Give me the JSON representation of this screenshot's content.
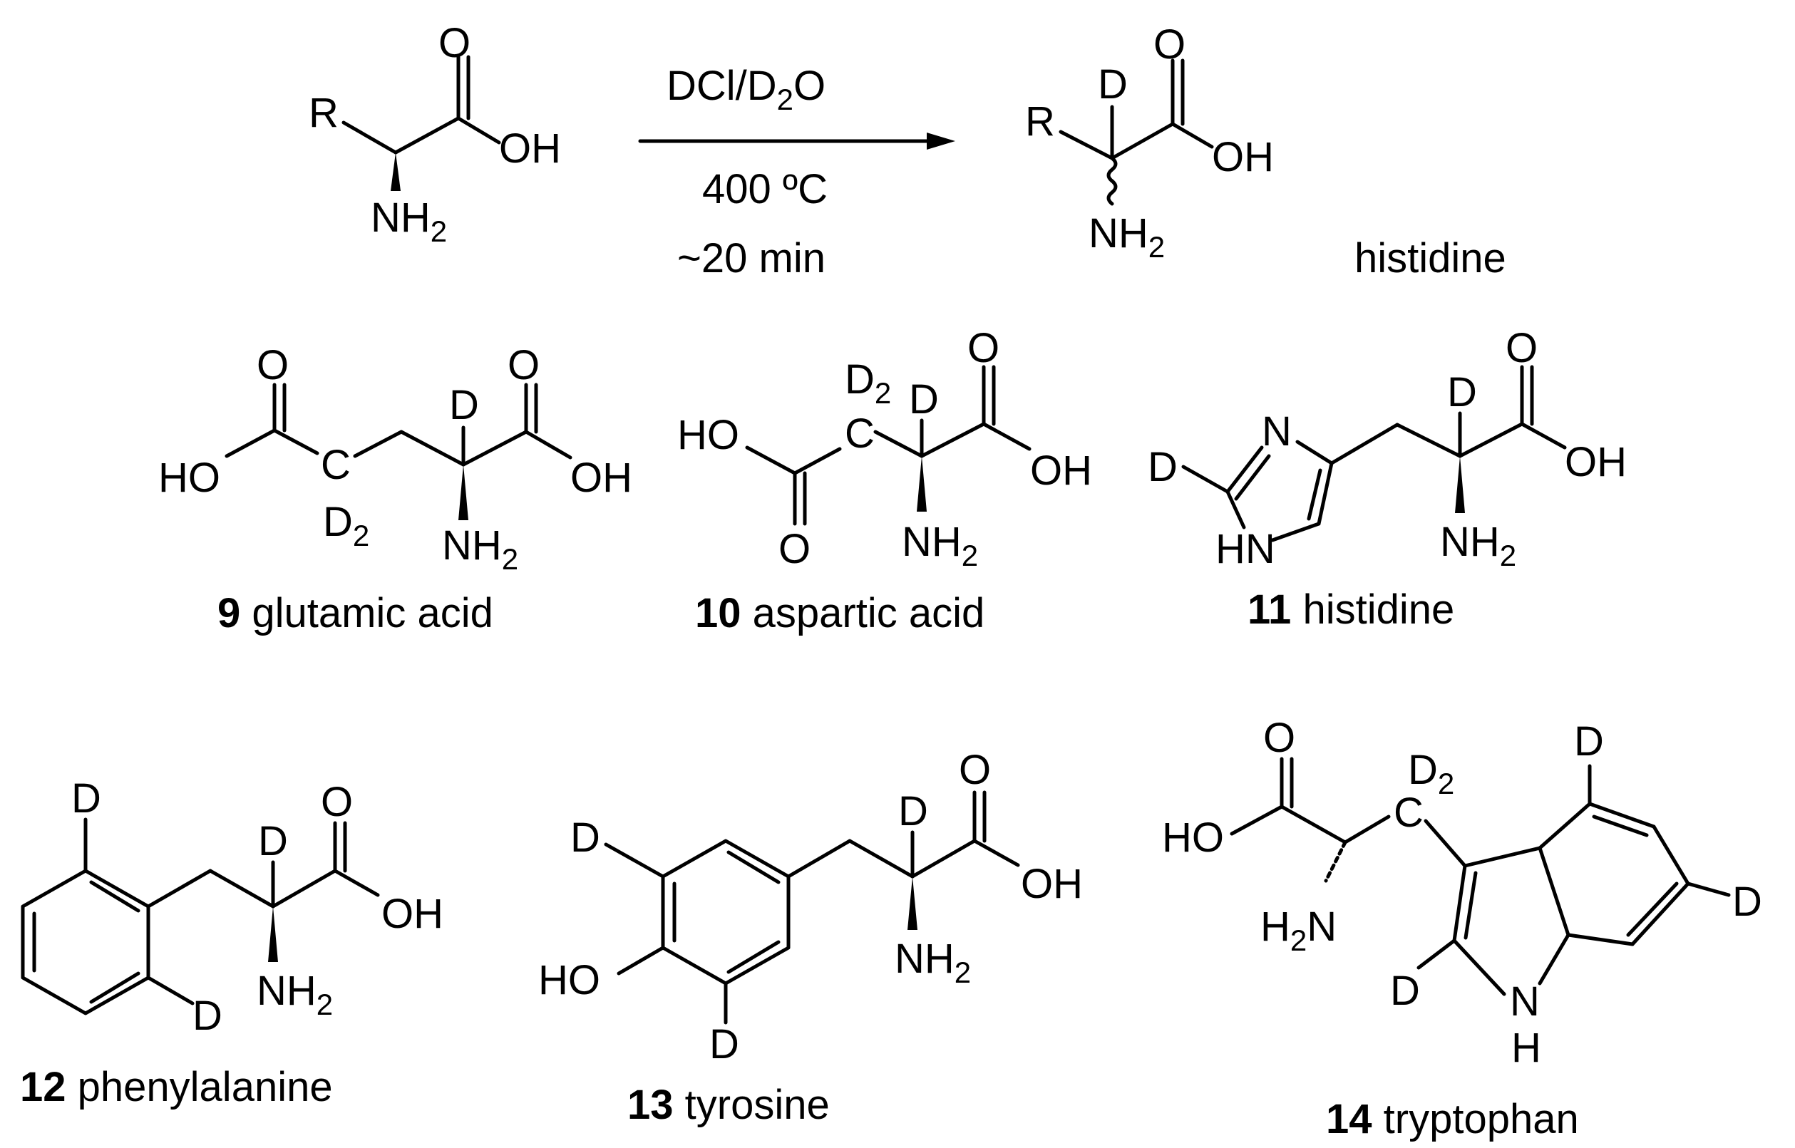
{
  "reaction": {
    "reagent": "DCl/D",
    "reagent_sub": "2",
    "reagent_tail": "O",
    "temperature": "400 ºC",
    "time": "~20 min",
    "product_note": "histidine"
  },
  "atoms": {
    "R": "R",
    "O": "O",
    "OH": "OH",
    "HO": "HO",
    "D": "D",
    "C": "C",
    "N": "N",
    "HN": "HN",
    "H": "H",
    "NH": "NH",
    "H2N_H": "H",
    "H2N_2": "2",
    "H2N_N": "N",
    "sub2": "2"
  },
  "compounds": [
    {
      "number": "9",
      "name": "glutamic acid"
    },
    {
      "number": "10",
      "name": "aspartic acid"
    },
    {
      "number": "11",
      "name": "histidine"
    },
    {
      "number": "12",
      "name": "phenylalanine"
    },
    {
      "number": "13",
      "name": "tyrosine"
    },
    {
      "number": "14",
      "name": "tryptophan"
    }
  ]
}
